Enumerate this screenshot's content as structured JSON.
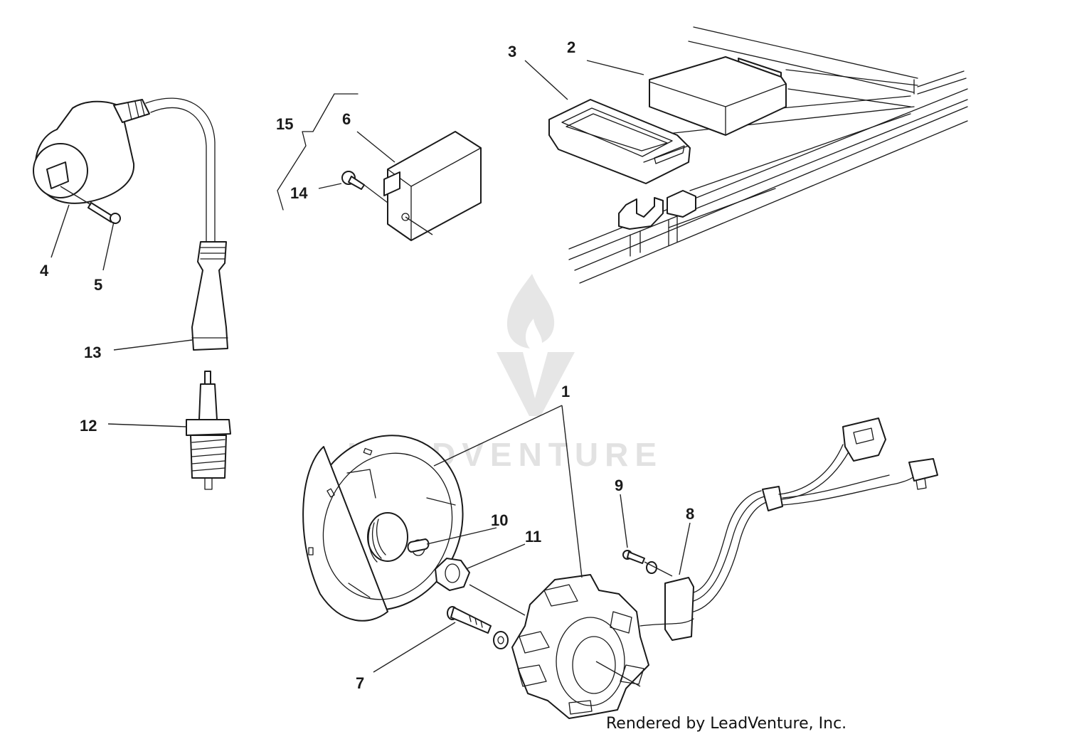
{
  "diagram": {
    "callouts": {
      "c1": "1",
      "c2": "2",
      "c3": "3",
      "c4": "4",
      "c5": "5",
      "c6": "6",
      "c7": "7",
      "c8": "8",
      "c9": "9",
      "c10": "10",
      "c11": "11",
      "c12": "12",
      "c13": "13",
      "c14": "14",
      "c15": "15"
    }
  },
  "watermark": {
    "text": "LEADVENTURE"
  },
  "footer": {
    "credit": "Rendered by LeadVenture, Inc."
  },
  "colors": {
    "line": "#1a1a1a",
    "watermark": "#e2e2e2",
    "background": "#ffffff"
  }
}
